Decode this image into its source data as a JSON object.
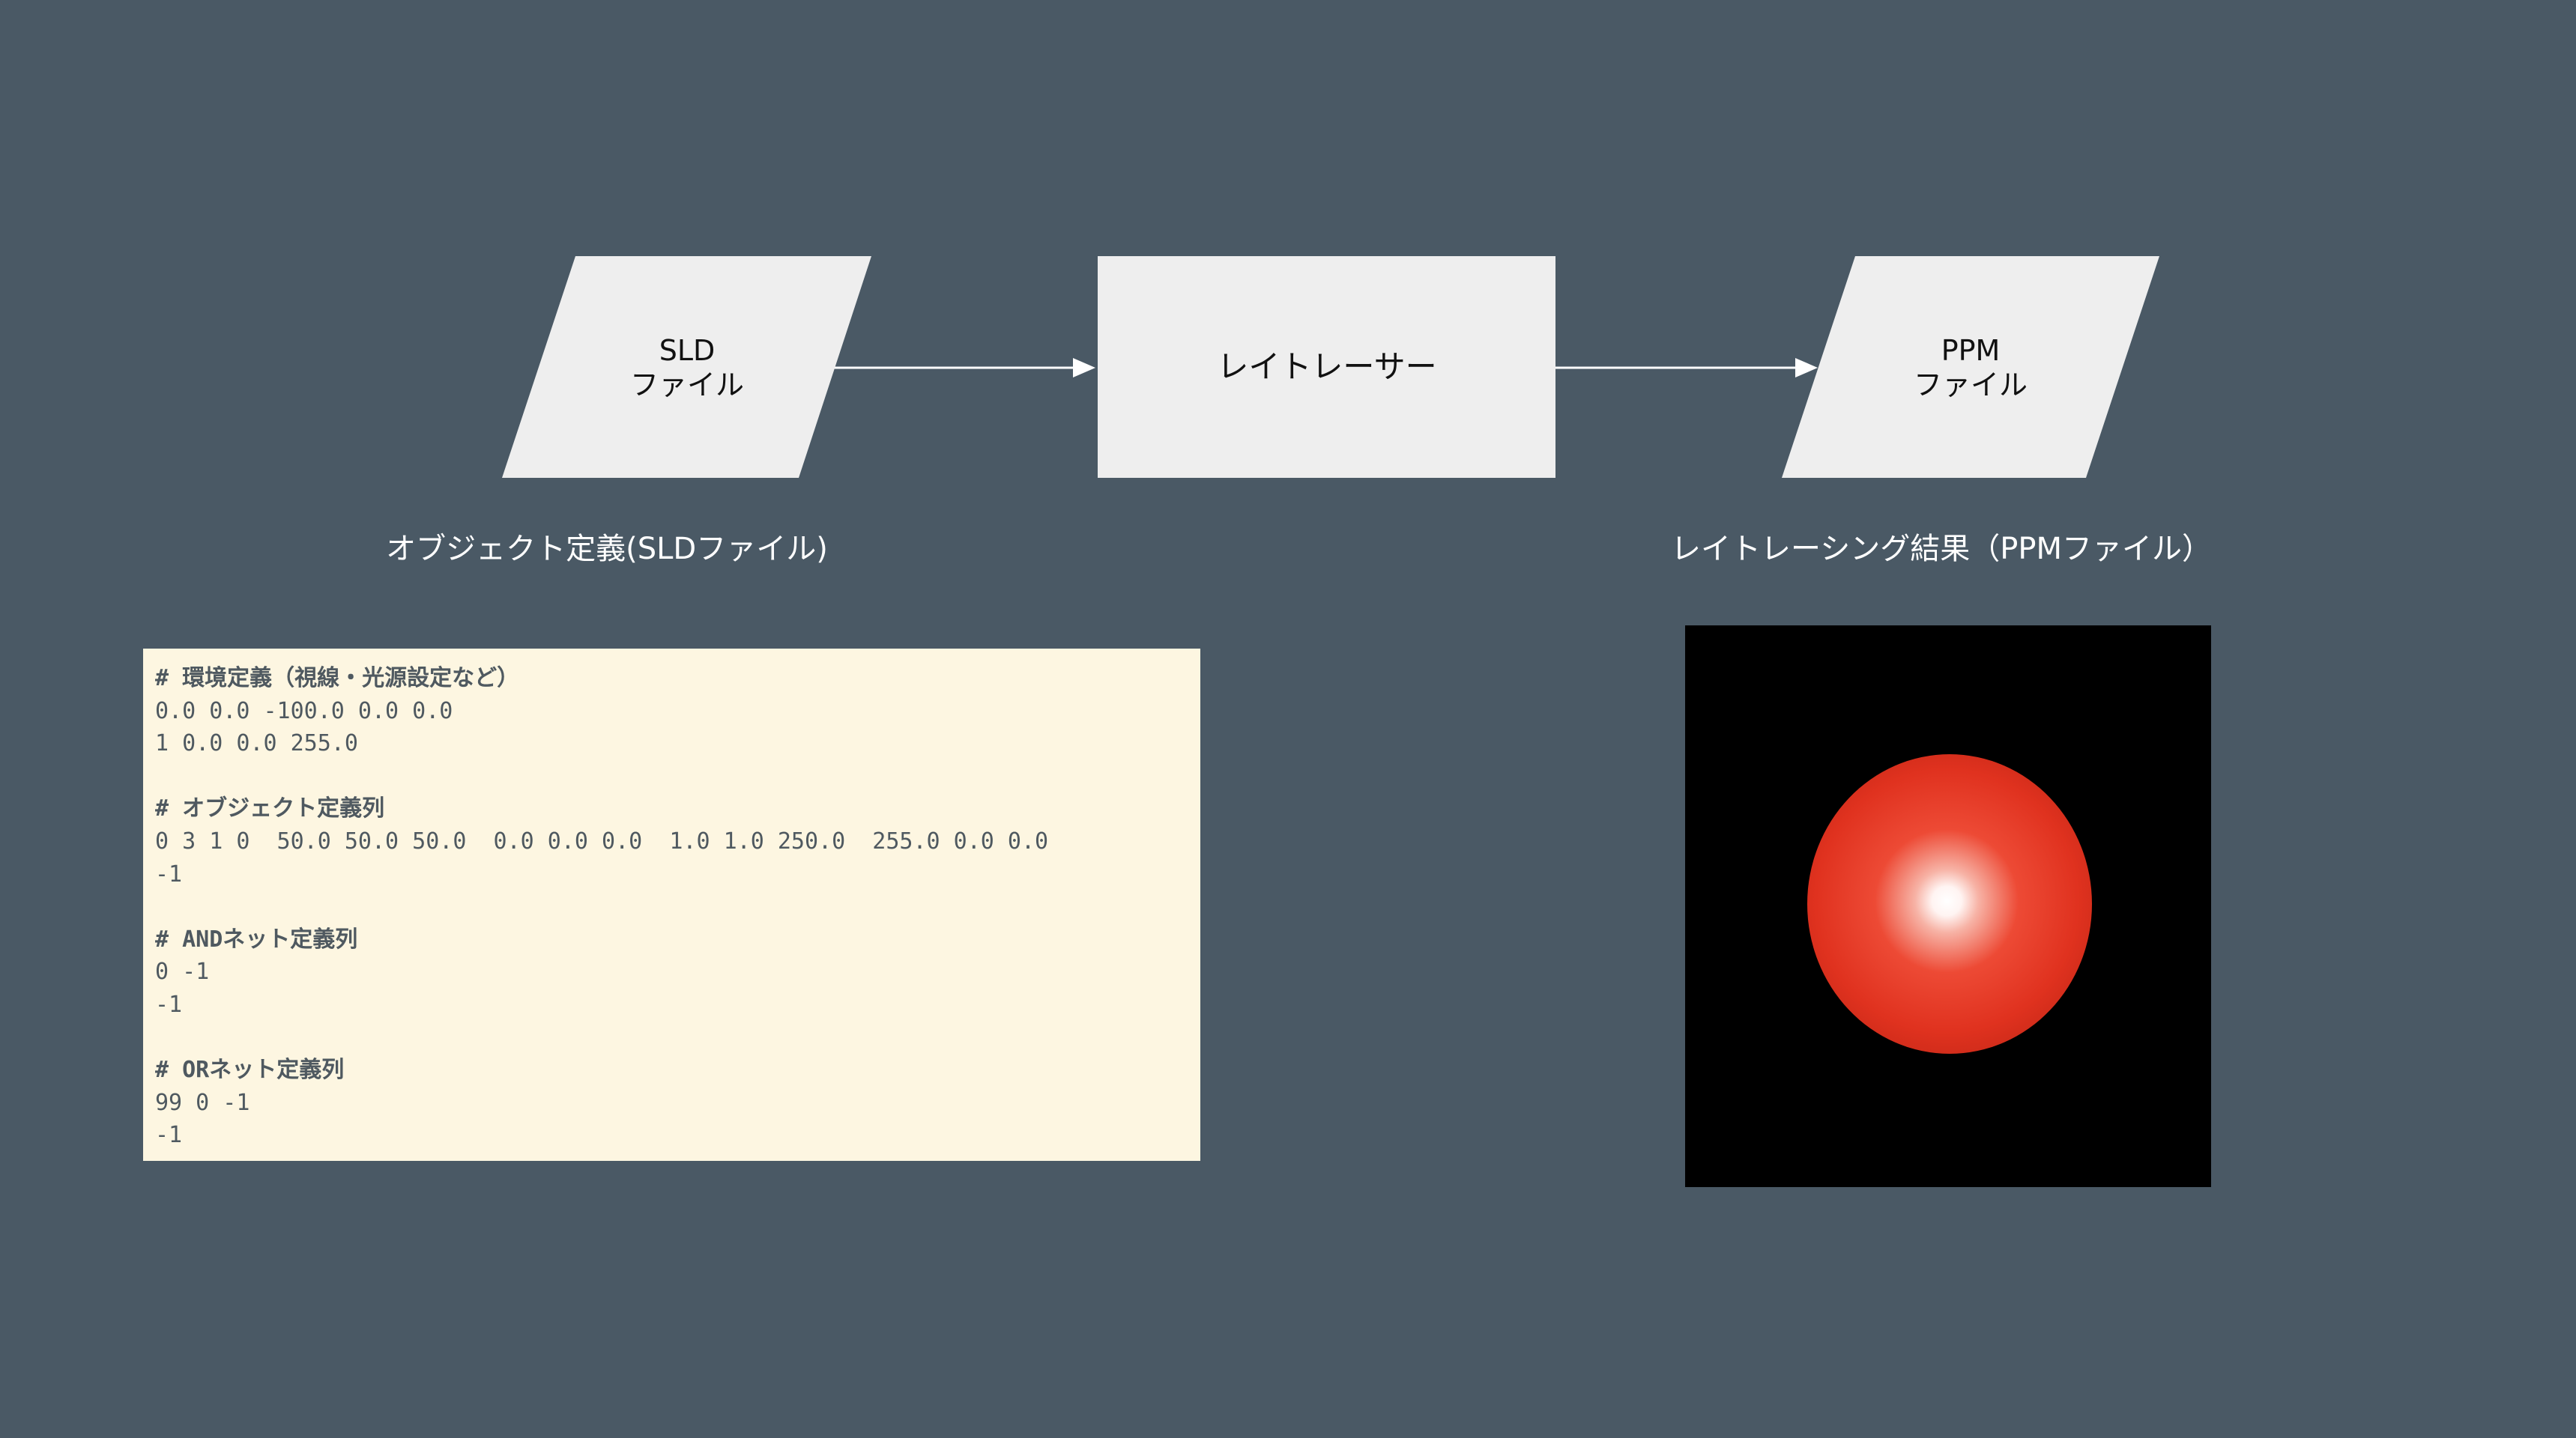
{
  "flow": {
    "input_node": {
      "line1": "SLD",
      "line2": "ファイル"
    },
    "process_node": {
      "label": "レイトレーサー"
    },
    "output_node": {
      "line1": "PPM",
      "line2": "ファイル"
    }
  },
  "captions": {
    "input": "オブジェクト定義(SLDファイル)",
    "output": "レイトレーシング結果（PPMファイル）"
  },
  "sld_code": {
    "lines": [
      "# 環境定義（視線・光源設定など）",
      "0.0 0.0 -100.0 0.0 0.0",
      "1 0.0 0.0 255.0",
      "",
      "# オブジェクト定義列",
      "0 3 1 0  50.0 50.0 50.0  0.0 0.0 0.0  1.0 1.0 250.0  255.0 0.0 0.0",
      "-1",
      "",
      "# ANDネット定義列",
      "0 -1",
      "-1",
      "",
      "# ORネット定義列",
      "99 0 -1",
      "-1"
    ]
  },
  "colors": {
    "background": "#4a5965",
    "node_fill": "#eeeeee",
    "code_panel": "#fdf6e1",
    "sphere": "#e0321f"
  }
}
